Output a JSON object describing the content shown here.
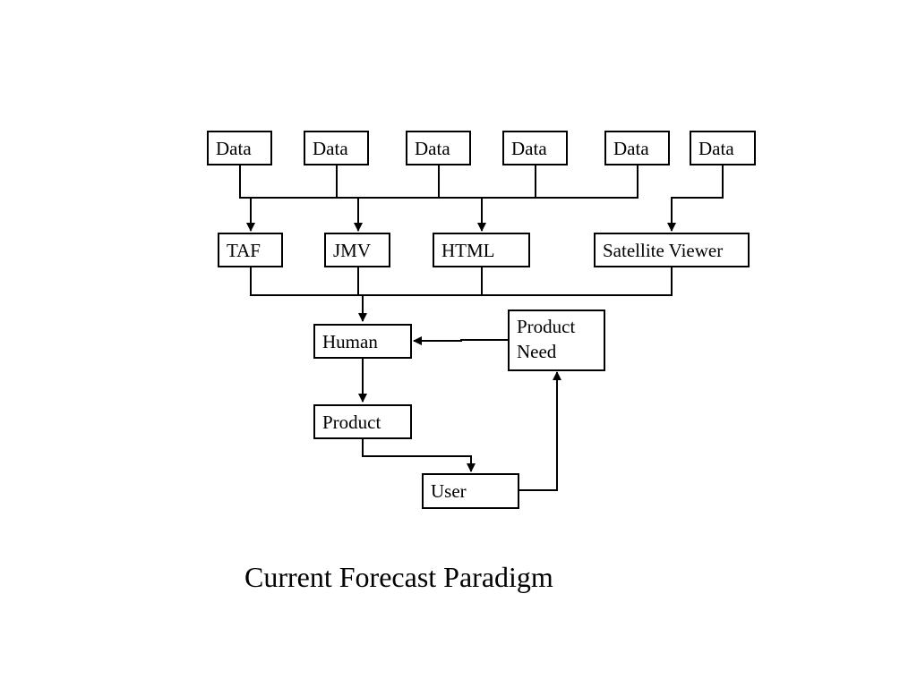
{
  "diagram": {
    "nodes": {
      "data_1": "Data",
      "data_2": "Data",
      "data_3": "Data",
      "data_4": "Data",
      "data_5": "Data",
      "data_6": "Data",
      "taf": "TAF",
      "jmv": "JMV",
      "html": "HTML",
      "satellite_viewer": "Satellite Viewer",
      "human": "Human",
      "product_need": [
        "Product",
        "Need"
      ],
      "product": "Product",
      "user": "User"
    },
    "edges": [
      {
        "from": "data_1",
        "to": "taf"
      },
      {
        "from": "data_2",
        "to": "jmv"
      },
      {
        "from": "data_3",
        "to": "html"
      },
      {
        "from": "data_4",
        "to": "html"
      },
      {
        "from": "data_5",
        "to": "html"
      },
      {
        "from": "data_6",
        "to": "satellite_viewer"
      },
      {
        "from": "taf",
        "to": "human"
      },
      {
        "from": "jmv",
        "to": "human"
      },
      {
        "from": "html",
        "to": "human"
      },
      {
        "from": "satellite_viewer",
        "to": "human"
      },
      {
        "from": "product_need",
        "to": "human"
      },
      {
        "from": "human",
        "to": "product"
      },
      {
        "from": "product",
        "to": "user"
      },
      {
        "from": "user",
        "to": "product_need"
      }
    ],
    "caption": "Current Forecast Paradigm"
  }
}
